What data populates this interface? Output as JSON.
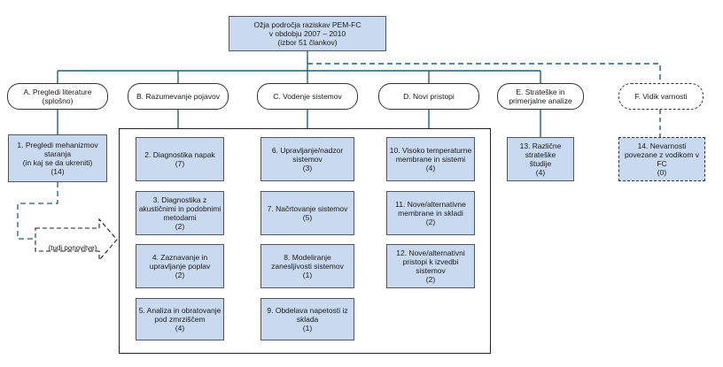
{
  "root": {
    "label": "Ožja področja raziskav PEM-FC\nv obdobju 2007 – 2010\n(izbor 51 člankov)"
  },
  "categories": [
    {
      "id": "A",
      "label": "A. Pregledi literature\n(splošno)"
    },
    {
      "id": "B",
      "label": "B. Razumevanje pojavov"
    },
    {
      "id": "C",
      "label": "C. Vodenje sistemov"
    },
    {
      "id": "D",
      "label": "D. Novi pristopi"
    },
    {
      "id": "E",
      "label": "E. Strateške in\nprimerjalne analize"
    },
    {
      "id": "F",
      "label": "F. Vidik varnosti"
    }
  ],
  "items": [
    {
      "id": "1",
      "label": "1. Pregledi mehanizmov\nstaranja\n(in kaj se da ukreniti)\n(14)"
    },
    {
      "id": "2",
      "label": "2. Diagnostika napak\n(7)"
    },
    {
      "id": "3",
      "label": "3. Diagnostika z\nakustičnimi in podobnimi\nmetodami\n(2)"
    },
    {
      "id": "4",
      "label": "4. Zaznavanje in\nupravljanje poplav\n(2)"
    },
    {
      "id": "5",
      "label": "5. Analiza in obratovanje\npod zmrziščem\n(4)"
    },
    {
      "id": "6",
      "label": "6. Upravljanje/nadzor\nsistemov\n(3)"
    },
    {
      "id": "7",
      "label": "7. Načrtovanje sistemov\n(5)"
    },
    {
      "id": "8",
      "label": "8. Modeliranje\nzanesljivosti sistemov\n(1)"
    },
    {
      "id": "9",
      "label": "9. Obdelava napetosti iz\nsklada\n(1)"
    },
    {
      "id": "10",
      "label": "10. Visoko temperaturne\nmembrane in sistemi\n(4)"
    },
    {
      "id": "11",
      "label": "11. Nove/alternativne\nmembrane in skladi\n(2)"
    },
    {
      "id": "12",
      "label": "12. Nove/alternativni\npristopi k izvedbi\nsistemov\n(2)"
    },
    {
      "id": "13",
      "label": "13. Različne strateške\nštudije\n(4)"
    },
    {
      "id": "14",
      "label": "14. Nevarnosti\npovezane z vodikom v\nFC\n(0)"
    }
  ],
  "note": {
    "label": "(tudi ponovitve)"
  },
  "colors": {
    "box_fill": "#c9d9ef",
    "border": "#555555",
    "connector": "#1f5f7a"
  }
}
